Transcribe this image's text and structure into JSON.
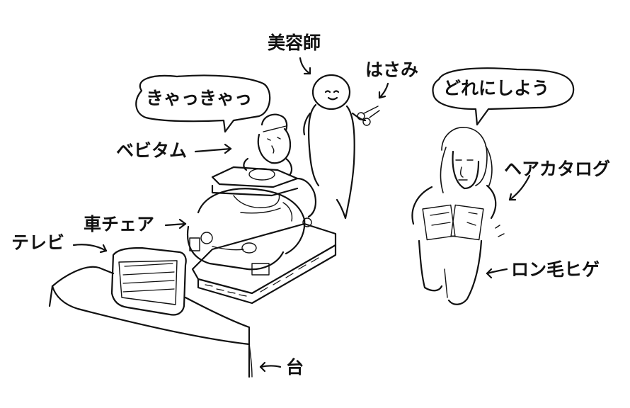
{
  "speech": {
    "baby": "きゃっきゃっ",
    "customer": "どれにしよう"
  },
  "labels": {
    "hairdresser": "美容師",
    "scissors": "はさみ",
    "baby_chair": "ベビタム",
    "car_chair": "車チェア",
    "tv": "テレビ",
    "hair_catalog": "ヘアカタログ",
    "beard": "ロン毛ヒゲ",
    "stand": "台"
  },
  "icons": [
    "speech-bubble",
    "arrow",
    "scissors-icon"
  ]
}
